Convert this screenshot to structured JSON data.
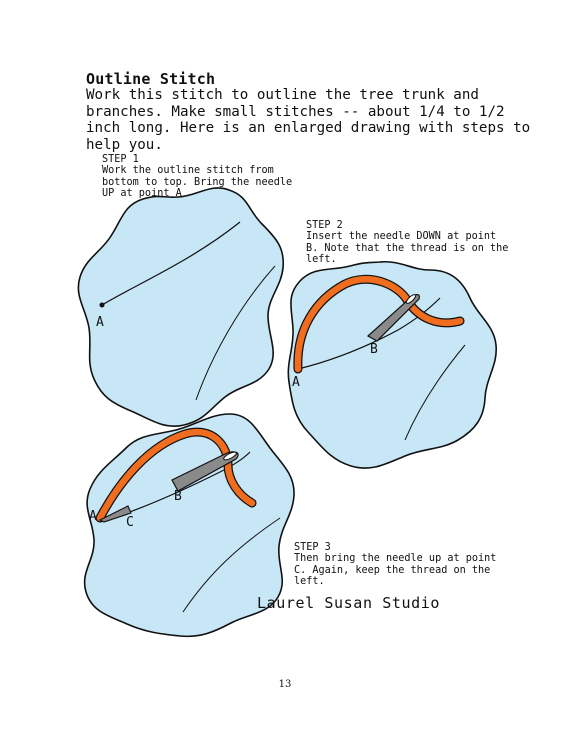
{
  "title": "Outline Stitch",
  "intro": [
    "Work this stitch to outline the tree trunk and",
    "branches.  Make small stitches -- about 1/4 to 1/2",
    "inch long.  Here is an enlarged drawing with steps to",
    "help you."
  ],
  "steps": [
    {
      "lines": [
        "STEP 1",
        "Work the outline stitch from",
        "bottom to top.  Bring the needle",
        "UP at point A"
      ]
    },
    {
      "lines": [
        "STEP 2",
        "Insert the needle DOWN at point",
        "B.  Note that the thread is on the",
        "left."
      ]
    },
    {
      "lines": [
        "STEP 3",
        "Then bring the needle up at point",
        "C.  Again, keep the thread on the",
        "left."
      ]
    }
  ],
  "point_labels": {
    "a": "A",
    "b": "B",
    "c": "C"
  },
  "studio": "Laurel Susan Studio",
  "page_number": "13",
  "colors": {
    "fabric": "#c7e6f6",
    "thread": "#f06d1f",
    "needle": "#8a8a8a",
    "outline": "#111111"
  }
}
